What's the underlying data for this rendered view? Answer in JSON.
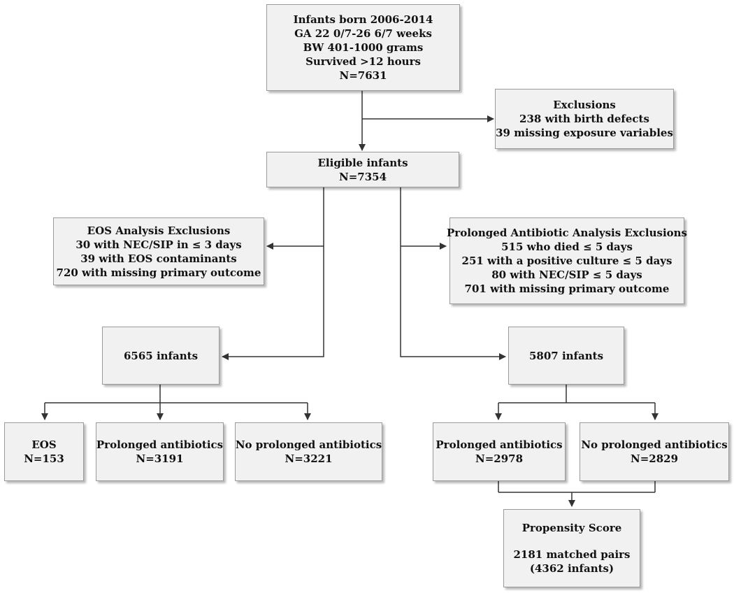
{
  "boxes": {
    "cohort": [
      "Infants born 2006-2014",
      "GA 22 0/7-26 6/7 weeks",
      "BW 401-1000 grams",
      "Survived >12 hours",
      "N=7631"
    ],
    "exclusions": [
      "Exclusions",
      "238 with birth defects",
      "39 missing exposure variables"
    ],
    "eligible": [
      "Eligible infants",
      "N=7354"
    ],
    "eos_exclusions": [
      "EOS Analysis Exclusions",
      "30 with NEC/SIP in ≤ 3 days",
      "39 with EOS contaminants",
      "720 with missing primary outcome"
    ],
    "prolonged_exclusions": [
      "Prolonged Antibiotic Analysis Exclusions",
      "515 who died ≤ 5 days",
      "251 with a positive culture ≤ 5 days",
      "80 with NEC/SIP ≤ 5 days",
      "701 with missing primary outcome"
    ],
    "eos_cohort": [
      "6565 infants"
    ],
    "pab_cohort": [
      "5807 infants"
    ],
    "eos_group": [
      "EOS",
      "N=153"
    ],
    "eos_prolonged": [
      "Prolonged antibiotics",
      "N=3191"
    ],
    "eos_no_prolonged": [
      "No prolonged antibiotics",
      "N=3221"
    ],
    "pab_prolonged": [
      "Prolonged antibiotics",
      "N=2978"
    ],
    "pab_no_prolonged": [
      "No prolonged antibiotics",
      "N=2829"
    ],
    "propensity": {
      "title": "Propensity Score",
      "pairs": "2181 matched pairs",
      "infants": "(4362 infants)"
    }
  }
}
